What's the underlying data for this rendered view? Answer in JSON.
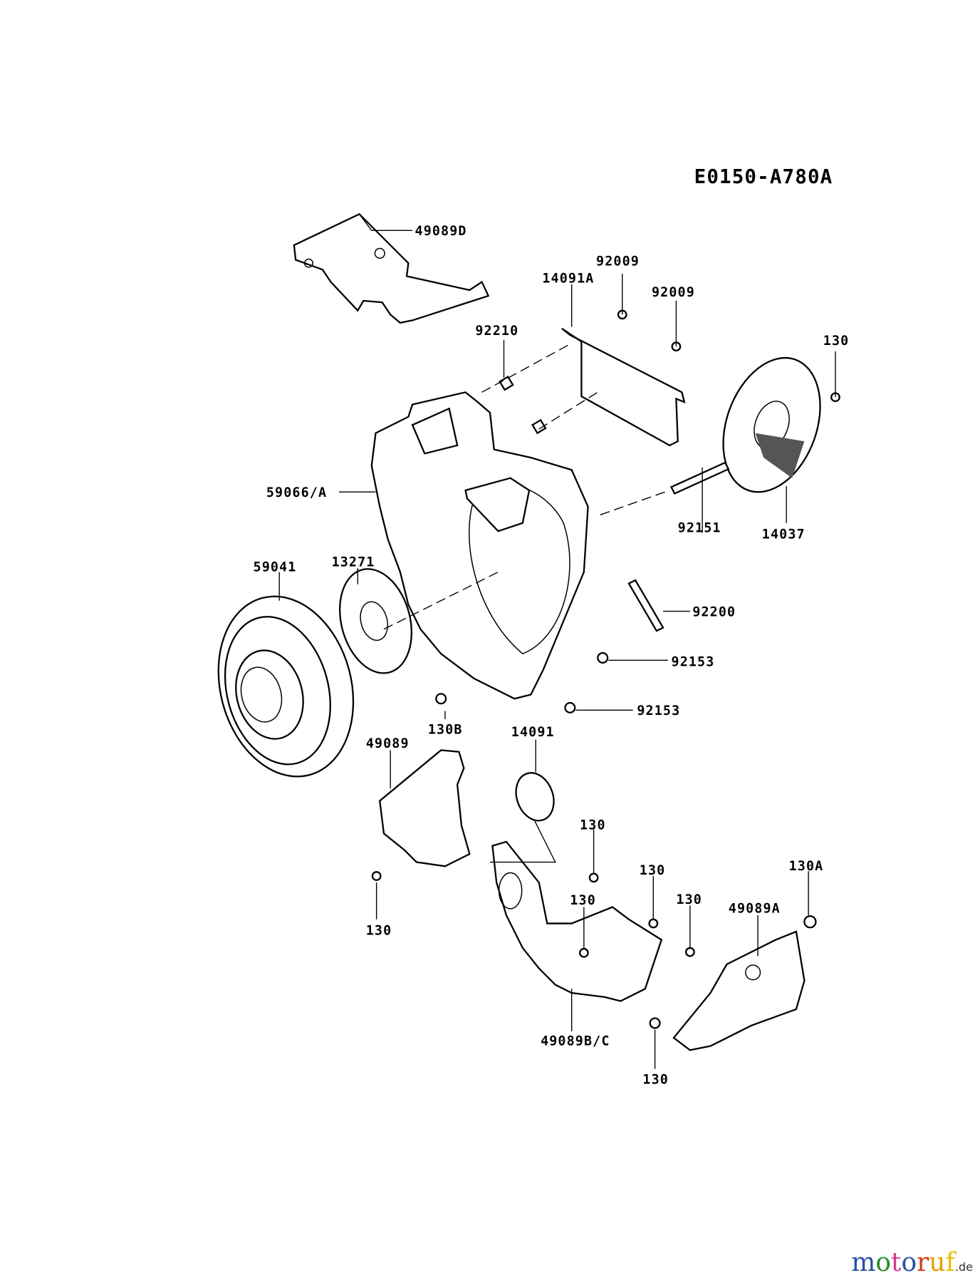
{
  "diagram_code": "E0150-A780A",
  "callouts": {
    "c49089D": "49089D",
    "c92009a": "92009",
    "c14091A": "14091A",
    "c92009b": "92009",
    "c92210": "92210",
    "c130a": "130",
    "c59066A": "59066/A",
    "c92151": "92151",
    "c14037": "14037",
    "c59041": "59041",
    "c13271": "13271",
    "c92200": "92200",
    "c92153a": "92153",
    "c92153b": "92153",
    "c130B": "130B",
    "c14091": "14091",
    "c49089": "49089",
    "c130b": "130",
    "c130c": "130",
    "c130A": "130A",
    "c130d": "130",
    "c130e": "130",
    "c49089A": "49089A",
    "c130f": "130",
    "c49089BC": "49089B/C",
    "c130g": "130"
  },
  "watermark": {
    "text_main": "motoruf",
    "text_suffix": ".de",
    "letter_colors": [
      "#2a4fa8",
      "#2a8a2a",
      "#d43a8a",
      "#2a4fa8",
      "#d83a1a",
      "#e8a000",
      "#e8c000"
    ]
  }
}
